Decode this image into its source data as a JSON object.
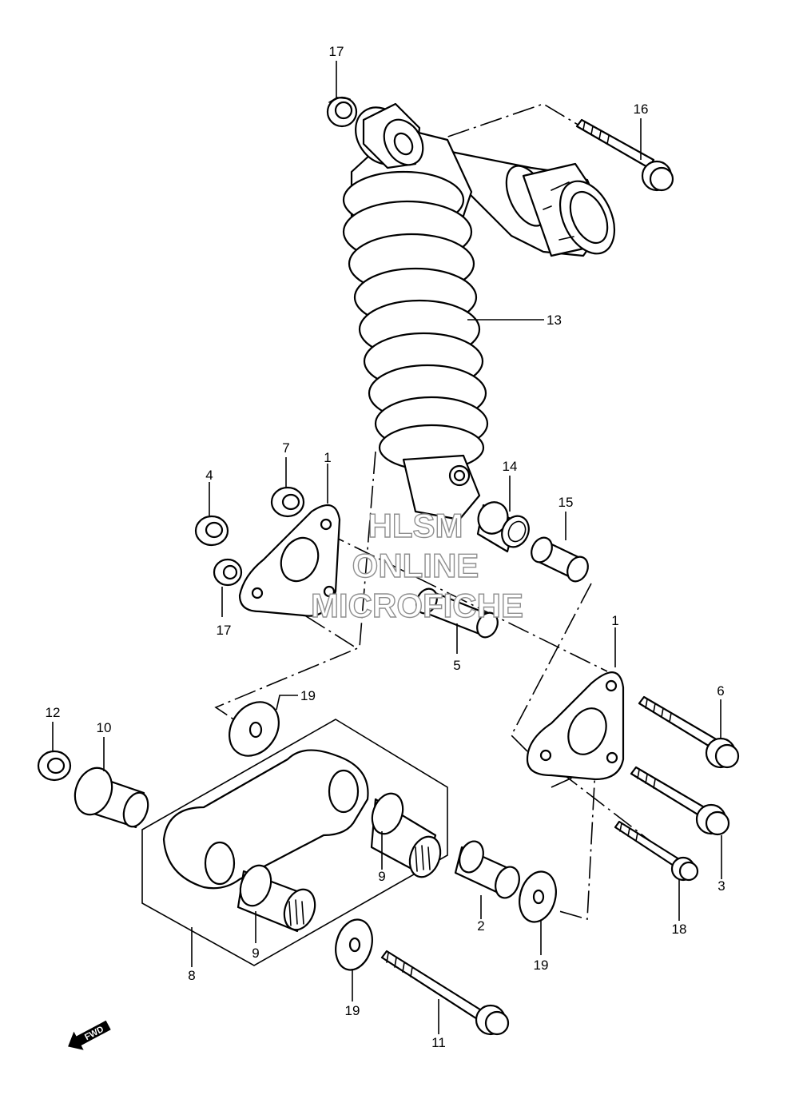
{
  "diagram": {
    "watermark": {
      "line1": "HLSM",
      "line2": "ONLINE",
      "line3": "MICROFICHE"
    },
    "direction_label": "FWD",
    "callouts": {
      "p1a": "1",
      "p1b": "1",
      "p2": "2",
      "p3": "3",
      "p4": "4",
      "p5": "5",
      "p6": "6",
      "p7": "7",
      "p8": "8",
      "p9a": "9",
      "p9b": "9",
      "p10": "10",
      "p11": "11",
      "p12": "12",
      "p13": "13",
      "p14": "14",
      "p15": "15",
      "p16": "16",
      "p17a": "17",
      "p17b": "17",
      "p18": "18",
      "p19a": "19",
      "p19b": "19",
      "p19c": "19"
    }
  }
}
